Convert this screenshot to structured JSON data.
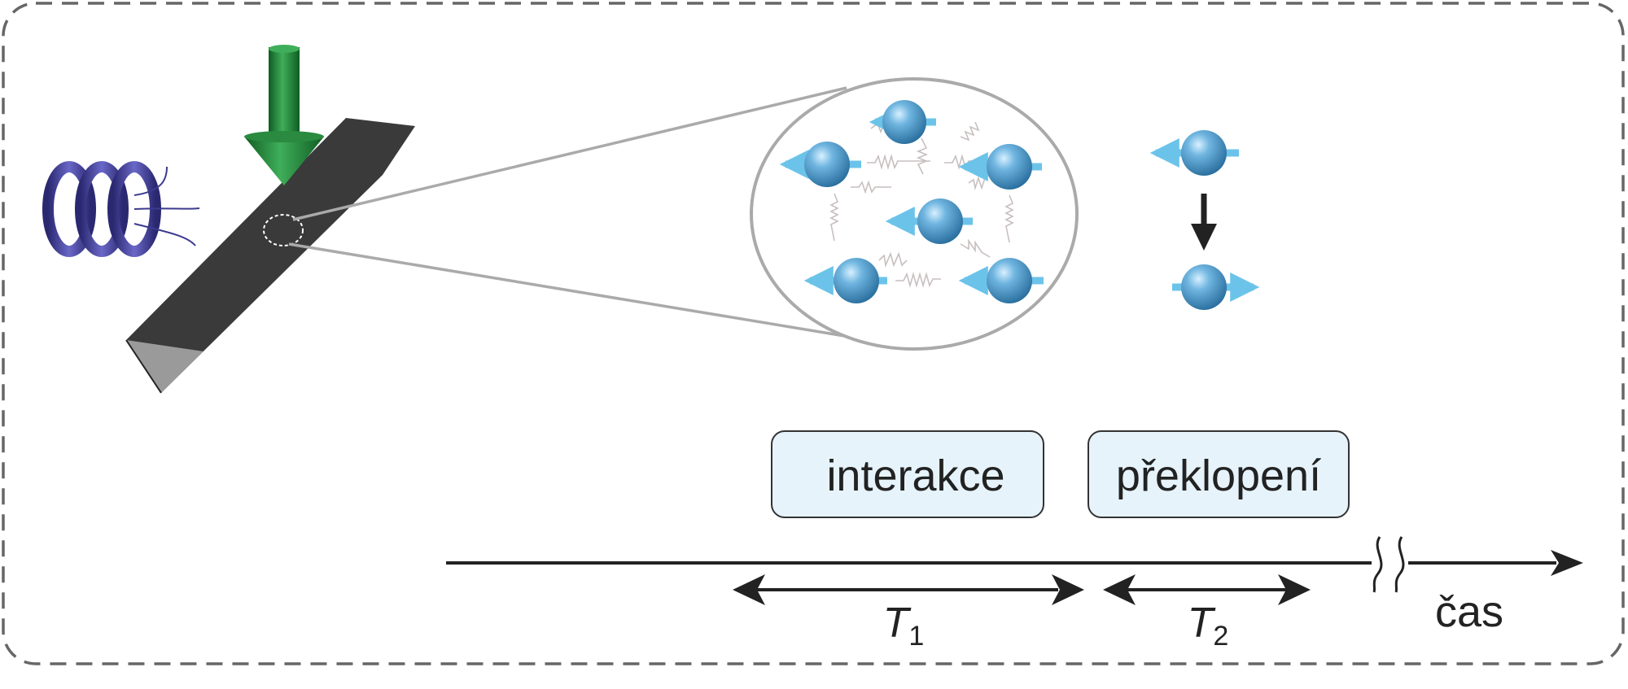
{
  "phases": {
    "interaction": "interakce",
    "flip": "překlopení"
  },
  "durations": {
    "t1_symbol": "T",
    "t1_sub": "1",
    "t2_symbol": "T",
    "t2_sub": "2"
  },
  "time_axis_label": "čas",
  "colors": {
    "frame": "#666666",
    "cantilever": "#3a3a3a",
    "coil": "#3c3a8e",
    "laser_arrow": "#1f7a32",
    "spin": "#3d8fc4",
    "spin_arrow": "#6cc3ea",
    "label_box": "#e6f3fb",
    "axis": "#222222"
  }
}
